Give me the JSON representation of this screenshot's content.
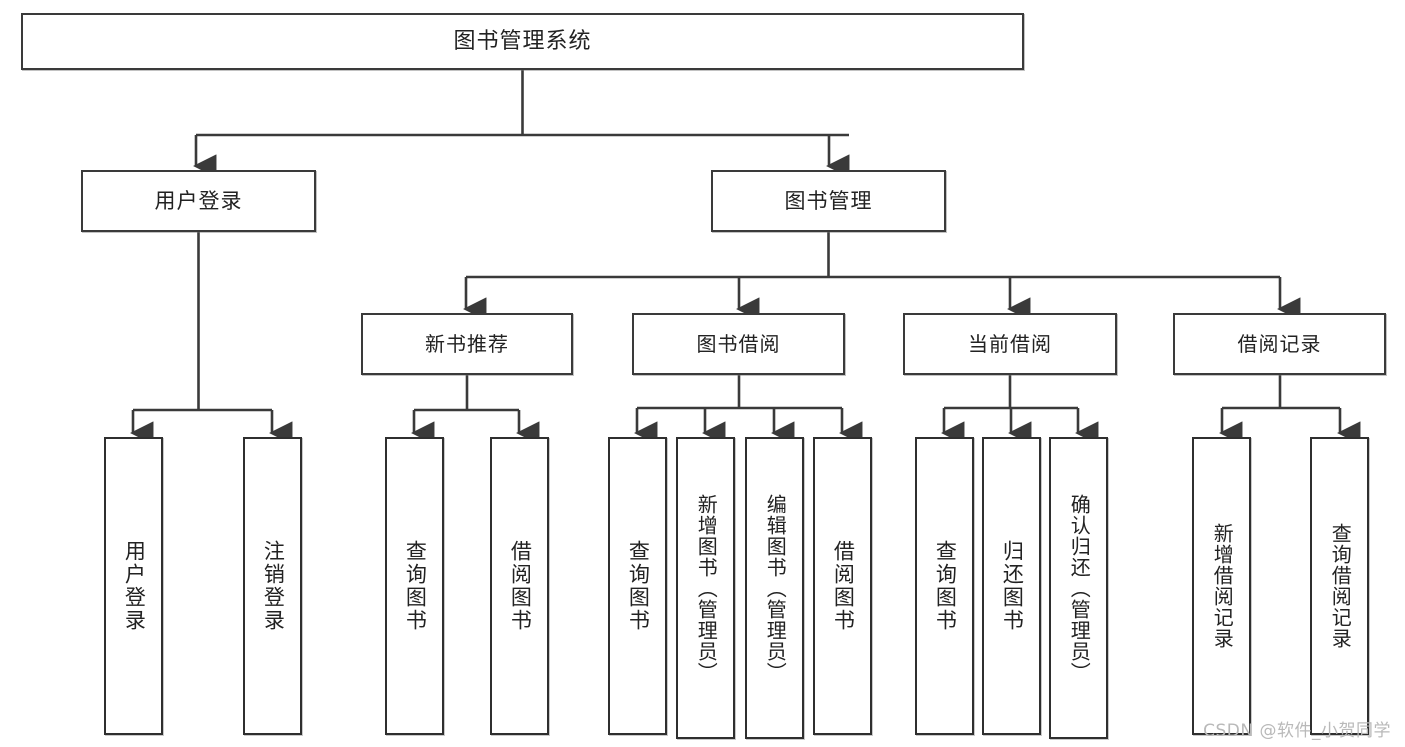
{
  "diagram": {
    "type": "tree",
    "title": "图书管理系统",
    "root": {
      "label": "图书管理系统"
    },
    "level2": [
      {
        "label": "用户登录"
      },
      {
        "label": "图书管理"
      }
    ],
    "level3": [
      {
        "label": "新书推荐"
      },
      {
        "label": "图书借阅"
      },
      {
        "label": "当前借阅"
      },
      {
        "label": "借阅记录"
      }
    ],
    "leaves": {
      "user_login": [
        {
          "label": "用户登录"
        },
        {
          "label": "注销登录"
        }
      ],
      "new_book_recommend": [
        {
          "label": "查询图书"
        },
        {
          "label": "借阅图书"
        }
      ],
      "book_borrow": [
        {
          "label": "查询图书"
        },
        {
          "label": "新增图书（管理员）"
        },
        {
          "label": "编辑图书（管理员）"
        },
        {
          "label": "借阅图书"
        }
      ],
      "current_borrow": [
        {
          "label": "查询图书"
        },
        {
          "label": "归还图书"
        },
        {
          "label": "确认归还（管理员）"
        }
      ],
      "borrow_record": [
        {
          "label": "新增借阅记录"
        },
        {
          "label": "查询借阅记录"
        }
      ]
    }
  },
  "colors": {
    "border": "#3a3a3a",
    "text": "#222222",
    "background": "#ffffff",
    "watermark": "#b9b9b9"
  },
  "watermark": {
    "text": "CSDN @软件_小贺同学"
  }
}
